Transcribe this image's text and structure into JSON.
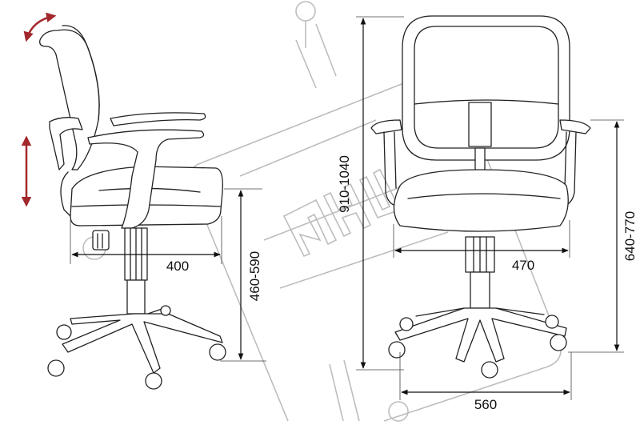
{
  "diagram": {
    "watermark_text": "КНЦ",
    "colors": {
      "adjust_arrow": "#a3282c",
      "line": "#222222",
      "watermark": "#bdbdbd"
    },
    "side_view": {
      "seat_depth_label": "400",
      "seat_height_label": "460-590"
    },
    "front_view": {
      "total_height_label": "910-1040",
      "seat_width_label": "470",
      "armrest_height_label": "640-770",
      "base_width_label": "560"
    }
  }
}
